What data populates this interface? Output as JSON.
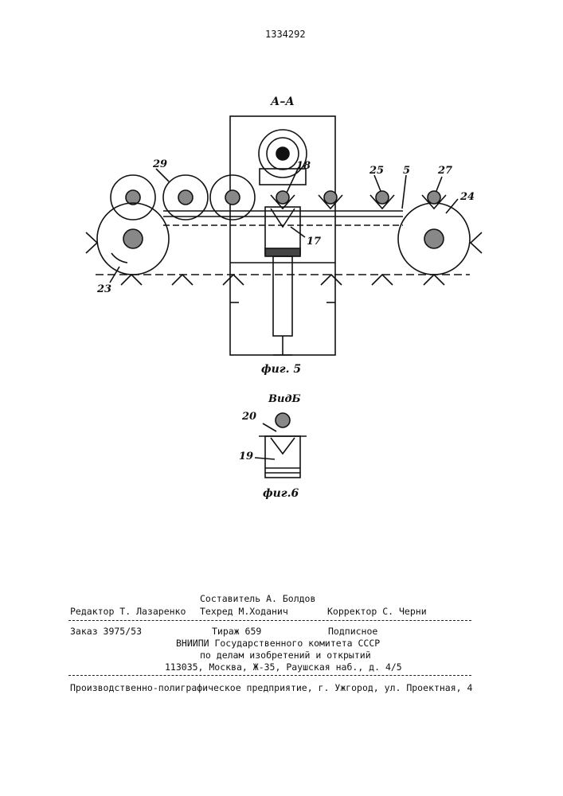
{
  "document_number": "1334292",
  "figure5": {
    "section_label": "А–А",
    "caption": "фиг. 5",
    "callouts": [
      "29",
      "18",
      "25",
      "5",
      "27",
      "24",
      "17",
      "23"
    ]
  },
  "figure6": {
    "view_label": "ВидБ",
    "caption": "фиг.6",
    "callouts": [
      "20",
      "19"
    ]
  },
  "footer": {
    "compiler": "Составитель А. Болдов",
    "editor": "Редактор Т. Лазаренко",
    "techred": "Техред М.Ходанич",
    "corrector": "Корректор С. Черни",
    "order": "Заказ 3975/53",
    "circulation": "Тираж 659",
    "subscription": "Подписное",
    "org_line1": "ВНИИПИ Государственного комитета СССР",
    "org_line2": "по делам изобретений и открытий",
    "org_address": "113035, Москва, Ж-35, Раушская наб., д. 4/5",
    "printer": "Производственно-полиграфическое предприятие, г. Ужгород, ул. Проектная, 4"
  }
}
